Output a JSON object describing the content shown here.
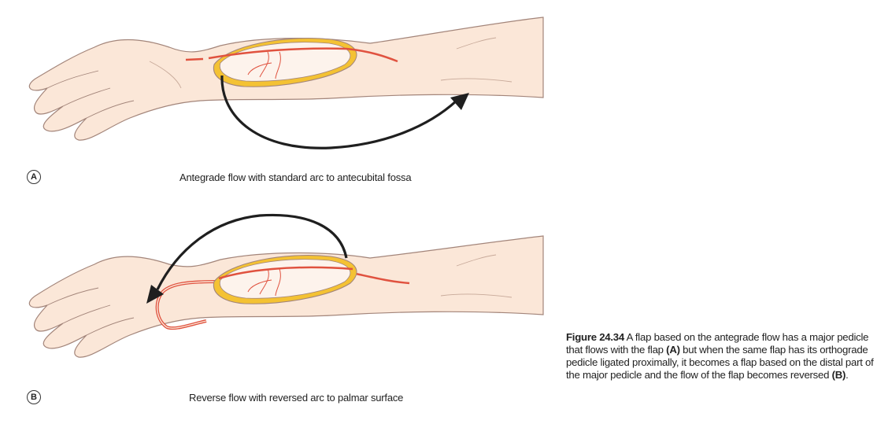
{
  "panel_a": {
    "label": "A",
    "caption": "Antegrade flow with standard arc to antecubital fossa"
  },
  "panel_b": {
    "label": "B",
    "caption": "Reverse flow with reversed arc to palmar surface"
  },
  "figure_caption": {
    "number": "Figure 24.34",
    "text_1": "A flap based on the antegrade flow has a major pedicle that flows with the flap",
    "ref_a": "(A)",
    "text_2": "but when the same flap has its orthograde pedicle ligated proximally, it becomes a flap based on the distal part of the major pedicle and the flow of the flap becomes reversed",
    "ref_b": "(B)",
    "text_3": "."
  },
  "colors": {
    "skin": "#fbe7d8",
    "skin_outline": "#a3857a",
    "vessel": "#e0523f",
    "flap_fat": "#f4c233",
    "arrow": "#1f1f1f"
  }
}
